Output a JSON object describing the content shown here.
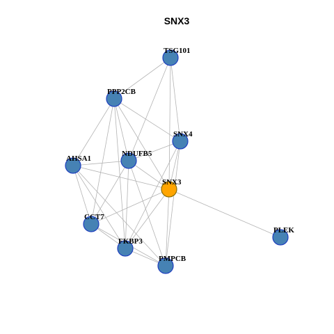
{
  "title": "SNX3",
  "colors": {
    "node_fill": "#4682b4",
    "node_stroke": "#1f3fbf",
    "focus_fill": "#ffa500",
    "focus_stroke": "#8a6d00",
    "edge": "#b3b3b3"
  },
  "nodes": [
    {
      "id": "TSG101",
      "label": "TSG101",
      "focus": false
    },
    {
      "id": "PPP2CB",
      "label": "PPP2CB",
      "focus": false
    },
    {
      "id": "SNX4",
      "label": "SNX4",
      "focus": false
    },
    {
      "id": "NDUFB5",
      "label": "NDUFB5",
      "focus": false
    },
    {
      "id": "AHSA1",
      "label": "AHSA1",
      "focus": false
    },
    {
      "id": "SNX3",
      "label": "SNX3",
      "focus": true
    },
    {
      "id": "CCT7",
      "label": "CCT7",
      "focus": false
    },
    {
      "id": "PLEK",
      "label": "PLEK",
      "focus": false
    },
    {
      "id": "FKBP3",
      "label": "FKBP3",
      "focus": false
    },
    {
      "id": "PMPCB",
      "label": "PMPCB",
      "focus": false
    }
  ],
  "edges": [
    [
      "TSG101",
      "PPP2CB"
    ],
    [
      "TSG101",
      "NDUFB5"
    ],
    [
      "TSG101",
      "SNX4"
    ],
    [
      "TSG101",
      "SNX3"
    ],
    [
      "PPP2CB",
      "SNX4"
    ],
    [
      "PPP2CB",
      "NDUFB5"
    ],
    [
      "PPP2CB",
      "AHSA1"
    ],
    [
      "PPP2CB",
      "SNX3"
    ],
    [
      "PPP2CB",
      "CCT7"
    ],
    [
      "PPP2CB",
      "FKBP3"
    ],
    [
      "SNX4",
      "NDUFB5"
    ],
    [
      "SNX4",
      "SNX3"
    ],
    [
      "SNX4",
      "FKBP3"
    ],
    [
      "SNX4",
      "PMPCB"
    ],
    [
      "NDUFB5",
      "AHSA1"
    ],
    [
      "NDUFB5",
      "SNX3"
    ],
    [
      "NDUFB5",
      "CCT7"
    ],
    [
      "NDUFB5",
      "FKBP3"
    ],
    [
      "NDUFB5",
      "PMPCB"
    ],
    [
      "AHSA1",
      "SNX3"
    ],
    [
      "AHSA1",
      "CCT7"
    ],
    [
      "AHSA1",
      "FKBP3"
    ],
    [
      "AHSA1",
      "PMPCB"
    ],
    [
      "SNX3",
      "CCT7"
    ],
    [
      "SNX3",
      "FKBP3"
    ],
    [
      "SNX3",
      "PMPCB"
    ],
    [
      "SNX3",
      "PLEK"
    ],
    [
      "CCT7",
      "FKBP3"
    ],
    [
      "CCT7",
      "PMPCB"
    ],
    [
      "FKBP3",
      "PMPCB"
    ]
  ]
}
